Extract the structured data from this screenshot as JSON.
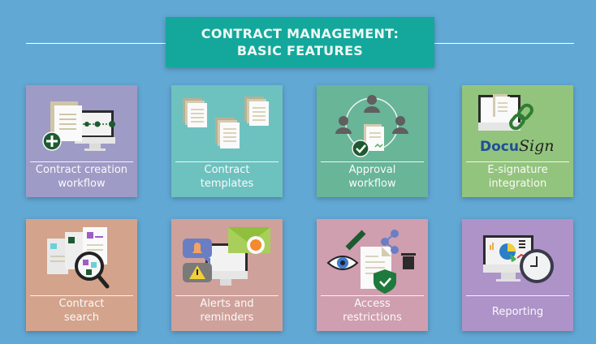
{
  "header": {
    "title_line1": "CONTRACT MANAGEMENT:",
    "title_line2": "BASIC FEATURES",
    "color": "#14a89c"
  },
  "background_color": "#62a8d4",
  "tiles": [
    {
      "label_line1": "Contract creation",
      "label_line2": "workflow",
      "icon": "document-monitor-plus-icon",
      "color": "#9e9bc6"
    },
    {
      "label_line1": "Contract",
      "label_line2": "templates",
      "icon": "document-stacks-icon",
      "color": "#6dc2bf"
    },
    {
      "label_line1": "Approval",
      "label_line2": "workflow",
      "icon": "approval-cycle-icon",
      "color": "#68b598"
    },
    {
      "label_line1": "E-signature",
      "label_line2": "integration",
      "icon": "docusign-icon",
      "color": "#93c47d",
      "brand_text_a": "Docu",
      "brand_text_b": "Sign"
    },
    {
      "label_line1": "Contract",
      "label_line2": "search",
      "icon": "document-search-icon",
      "color": "#d3a38c"
    },
    {
      "label_line1": "Alerts and",
      "label_line2": "reminders",
      "icon": "alerts-monitor-icon",
      "color": "#cfa19b"
    },
    {
      "label_line1": "Access",
      "label_line2": "restrictions",
      "icon": "access-shield-icon",
      "color": "#cf9eaf"
    },
    {
      "label_line1": "Reporting",
      "label_line2": "",
      "icon": "report-clock-icon",
      "color": "#ad93c8"
    }
  ]
}
